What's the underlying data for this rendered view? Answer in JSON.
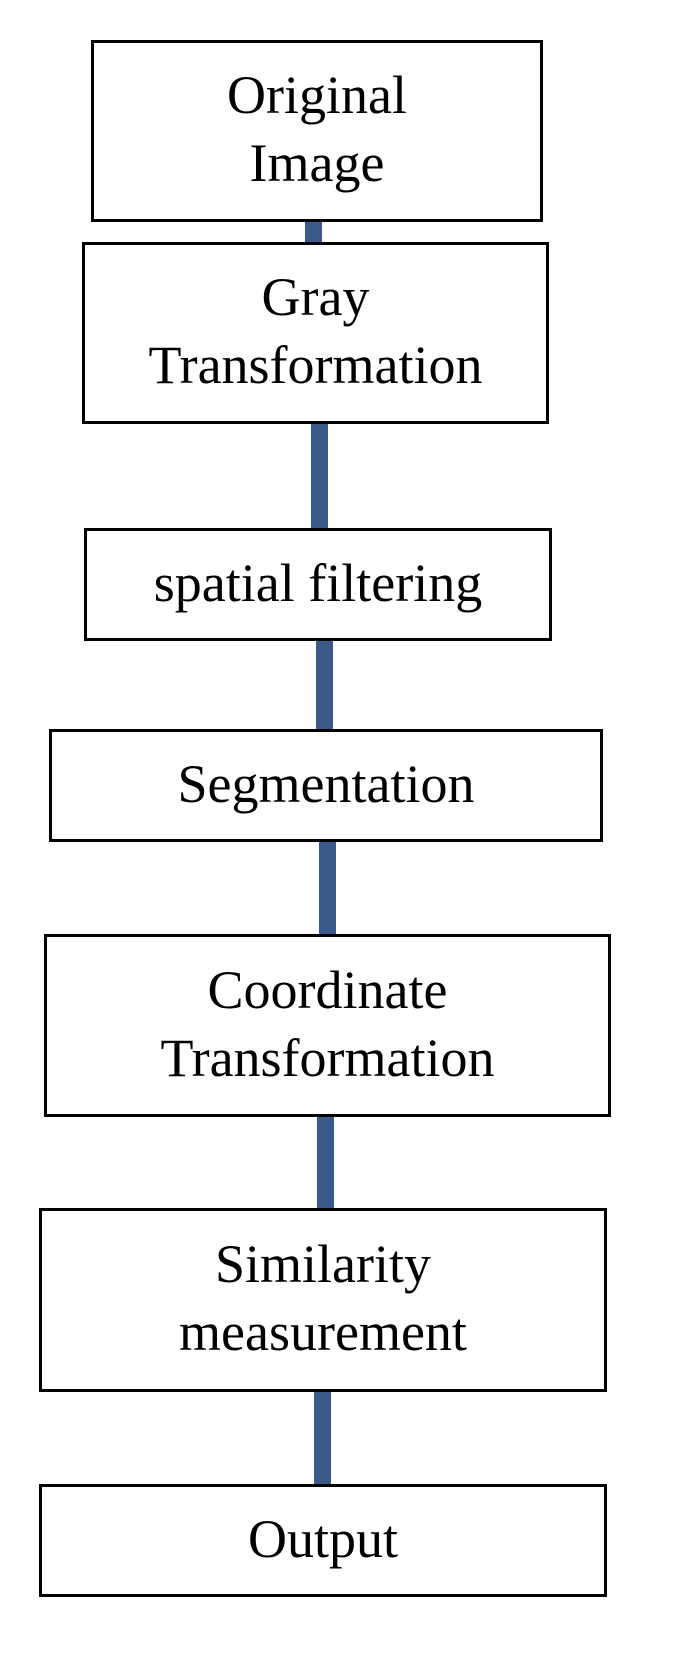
{
  "flowchart": {
    "steps": [
      {
        "label": "Original\nImage"
      },
      {
        "label": "Gray\nTransformation"
      },
      {
        "label": "spatial filtering"
      },
      {
        "label": "Segmentation"
      },
      {
        "label": "Coordinate\nTransformation"
      },
      {
        "label": "Similarity\nmeasurement"
      },
      {
        "label": "Output"
      }
    ],
    "colors": {
      "connector": "#3a5a8a",
      "box_border": "#000000",
      "text": "#000000",
      "background": "#ffffff"
    }
  }
}
